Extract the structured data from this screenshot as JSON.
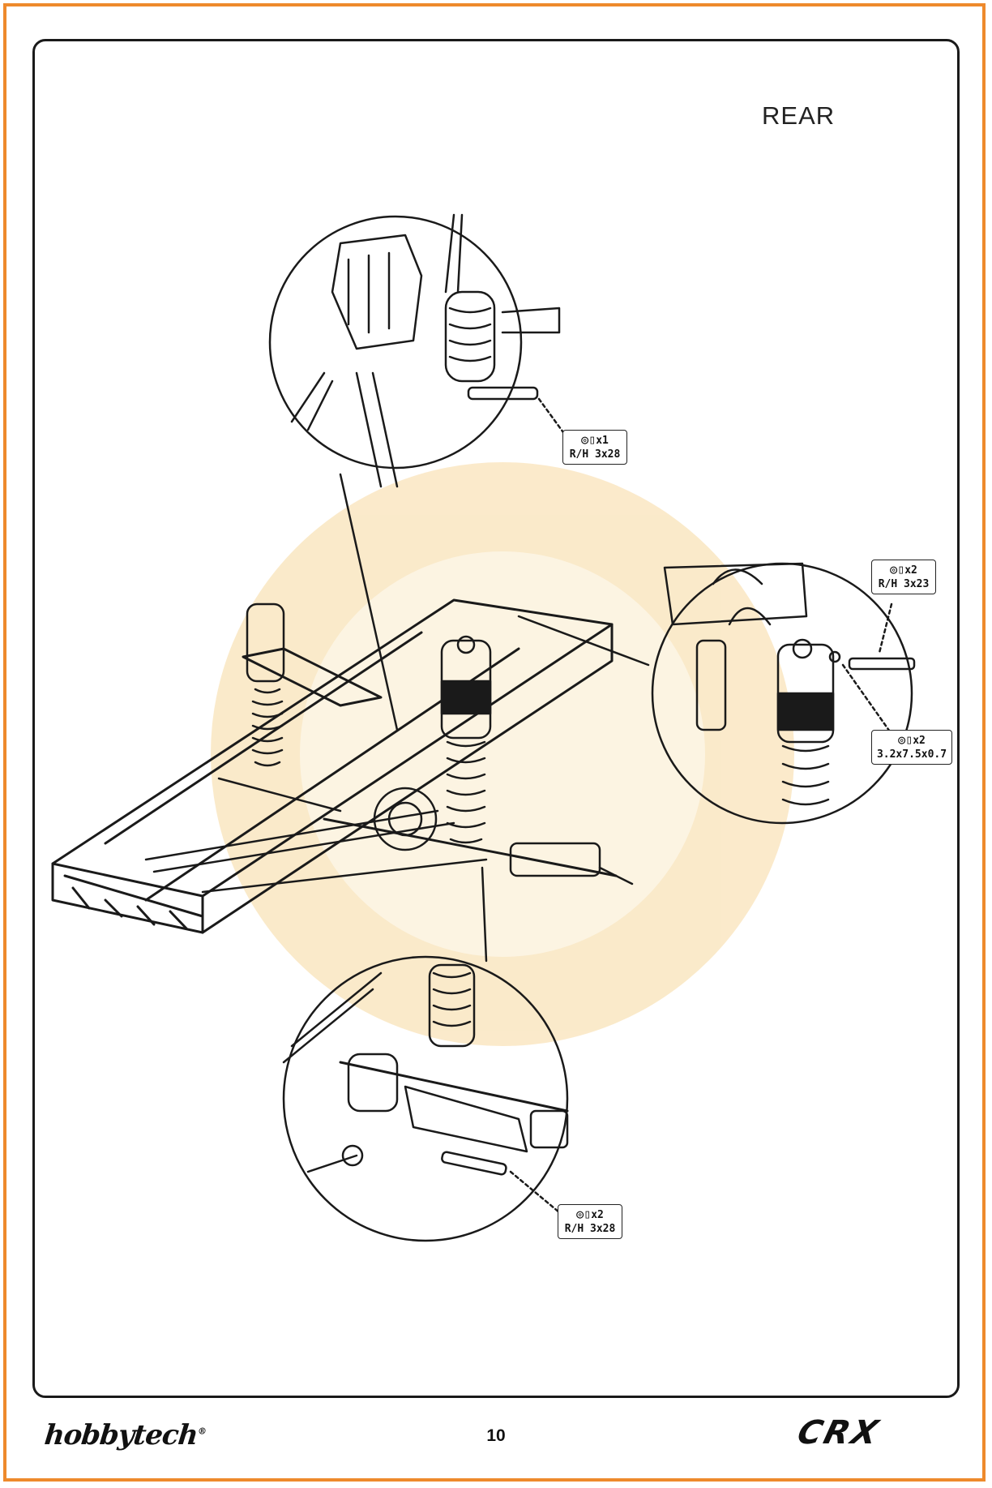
{
  "page": {
    "title": "REAR",
    "number": "10",
    "brand": "hobbytech",
    "model": "CRX"
  },
  "hardware_tags": [
    {
      "quantity": "x1",
      "spec": "R/H 3x28"
    },
    {
      "quantity": "x2",
      "spec": "R/H 3x23"
    },
    {
      "quantity": "x2",
      "spec": "3.2x7.5x0.7"
    },
    {
      "quantity": "x2",
      "spec": "R/H 3x28"
    }
  ],
  "colors": {
    "page_border": "#ee8a2c",
    "line_art": "#1a1a1a",
    "watermark": "#f3c46a"
  },
  "icons": [
    "screw-icon",
    "washer-icon"
  ]
}
